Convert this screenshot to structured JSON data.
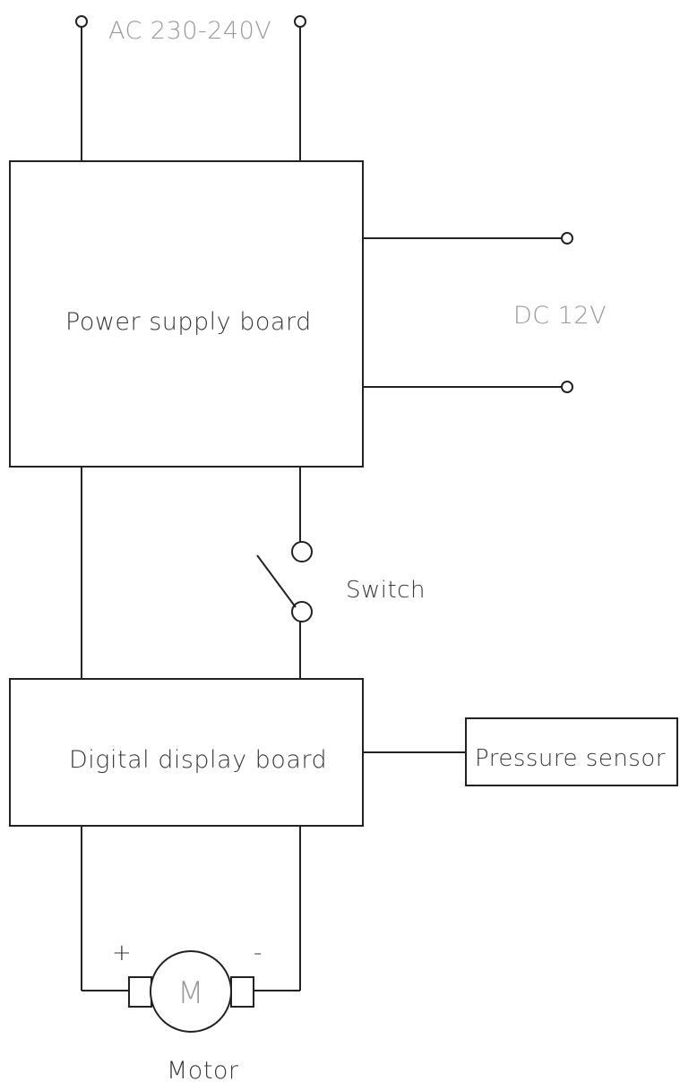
{
  "labels": {
    "ac_input": "AC 230-240V",
    "dc_output": "DC 12V",
    "power_supply_board": "Power supply board",
    "switch": "Switch",
    "digital_display_board": "Digital display board",
    "pressure_sensor": "Pressure sensor",
    "motor_symbol": "M",
    "motor": "Motor",
    "motor_plus": "+",
    "motor_minus": "-"
  },
  "colors": {
    "line": "#222222",
    "text": "#3a3a3a",
    "faded_text": "#9a9a9a",
    "background": "#ffffff"
  }
}
